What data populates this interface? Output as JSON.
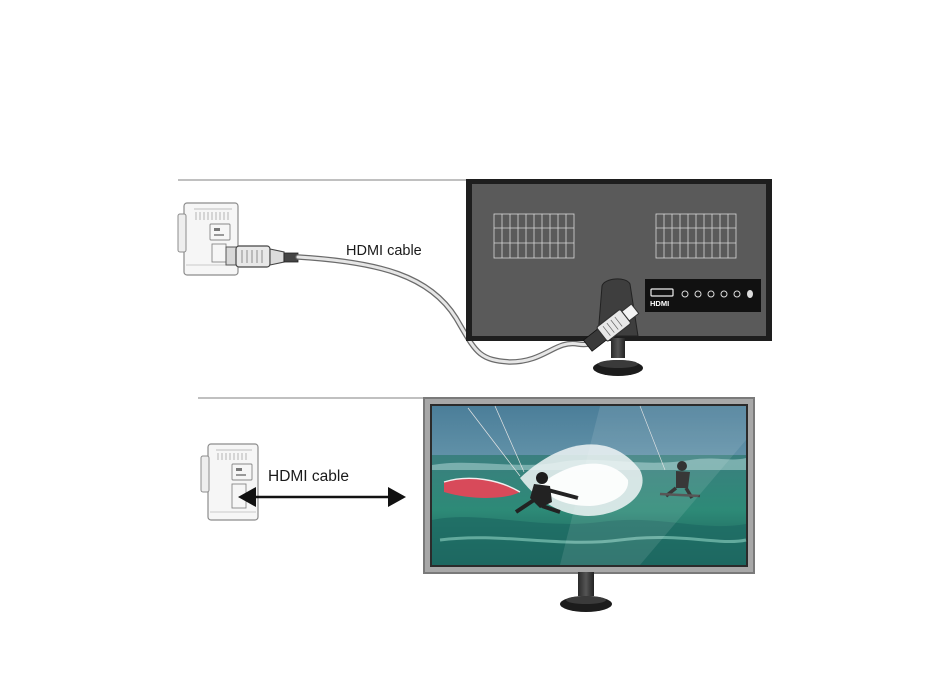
{
  "top_diagram": {
    "cable_label": "HDMI cable",
    "tv_port_label": "HDMI"
  },
  "bottom_diagram": {
    "cable_label": "HDMI cable"
  },
  "icons": {
    "camera": "action-camera-icon",
    "tv_back": "tv-rear-panel-icon",
    "tv_front": "tv-monitor-icon",
    "arrow": "double-arrow-icon"
  },
  "colors": {
    "tv_panel": "#5a5a5a",
    "tv_frame": "#1e1e1e",
    "io_panel": "#111111",
    "screen_sea": "#2f7f79",
    "screen_sky": "#5d8ea4"
  }
}
